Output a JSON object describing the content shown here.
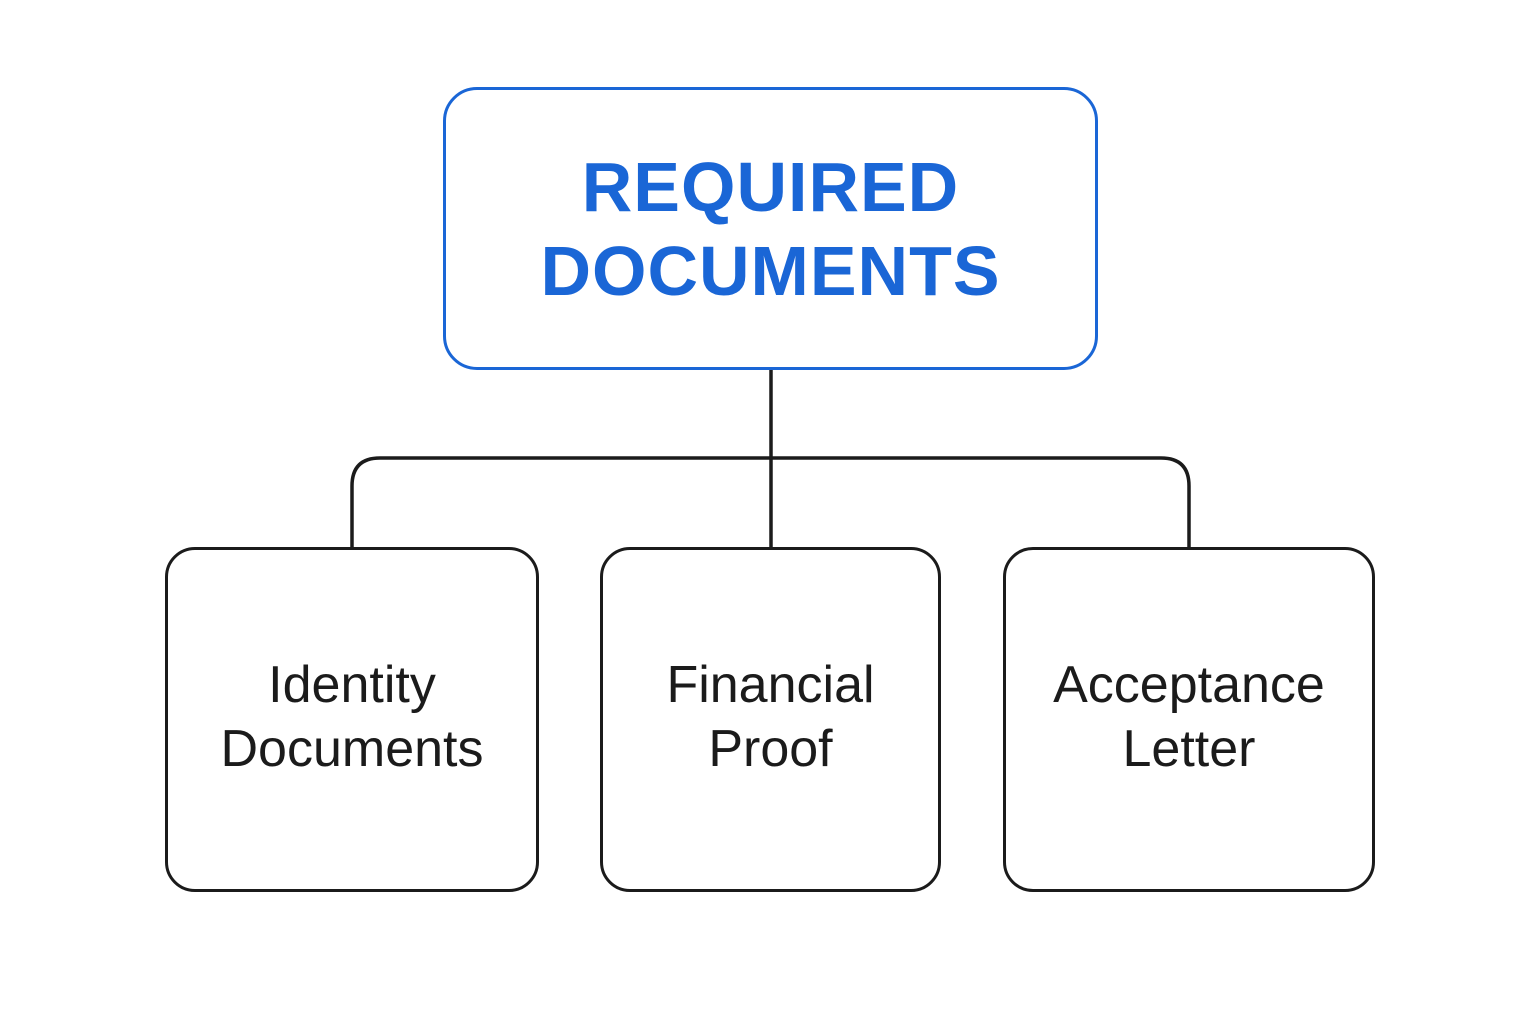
{
  "diagram": {
    "root": {
      "title": "REQUIRED\nDOCUMENTS"
    },
    "children": [
      {
        "label": "Identity\nDocuments"
      },
      {
        "label": "Financial\nProof"
      },
      {
        "label": "Acceptance\nLetter"
      }
    ]
  },
  "colors": {
    "accent": "#1a66d6",
    "stroke": "#1b1b1b",
    "background": "#ffffff"
  }
}
